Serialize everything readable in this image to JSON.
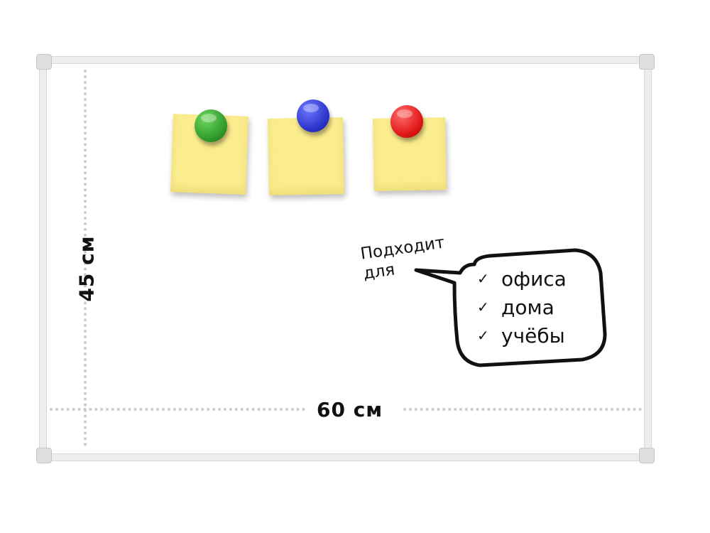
{
  "dimensions": {
    "height_label": "45 см",
    "width_label": "60 см"
  },
  "magnet_colors": {
    "left": "#2f9a2a",
    "middle": "#2a33c9",
    "right": "#e01616"
  },
  "callout": {
    "lead_text_line1": "Подходит",
    "lead_text_line2": "для",
    "items": [
      "офиса",
      "дома",
      "учёбы"
    ]
  }
}
